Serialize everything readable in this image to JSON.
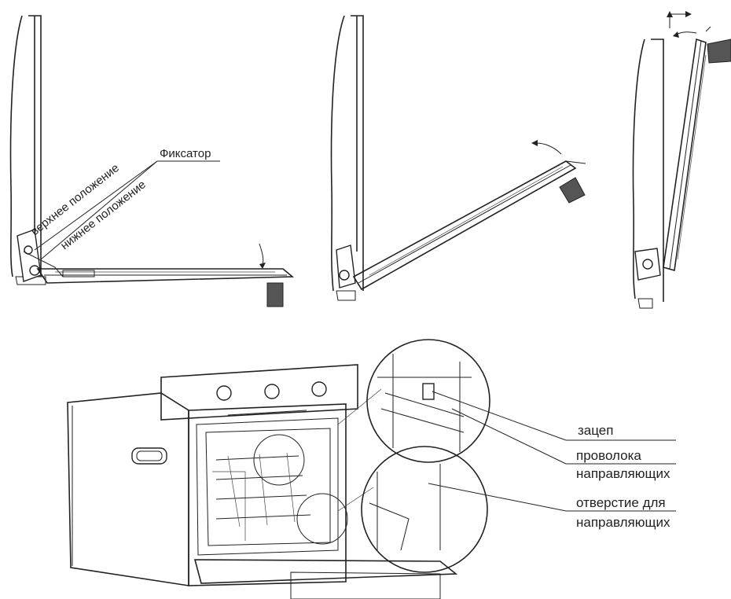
{
  "labels": {
    "latch": "Фиксатор",
    "upper_position": "верхнее положение",
    "lower_position": "нижнее положение",
    "hook": "зацеп",
    "guide_wire_line1": "проволока",
    "guide_wire_line2": "направляющих",
    "hole_line1": "отверстие для",
    "hole_line2": "направляющих"
  },
  "colors": {
    "line": "#222222",
    "handle": "#555555",
    "background": "#ffffff"
  }
}
